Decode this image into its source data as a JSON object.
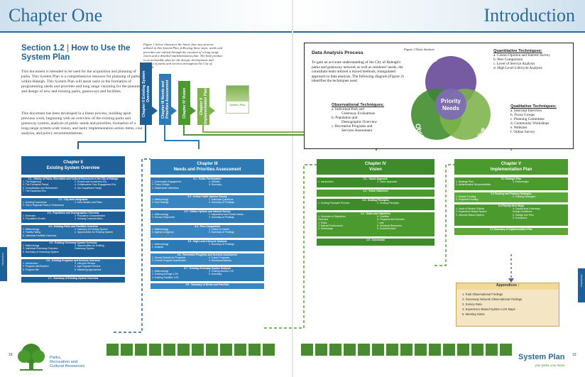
{
  "header": {
    "left_title": "Chapter One",
    "right_title": "Introduction"
  },
  "section": {
    "title_line1": "Section 1.2",
    "title_sep": "|",
    "title_rest": "How to Use the System Plan",
    "para1": "This document is intended to be used for the acquisition and planning of parks. This System Plan is a comprehensive resource for planning of parks within Raleigh. This System Plan will assist users in the formation of programming needs and priorities and long range visioning for the planning and design of new and existing parks, greenways and facilities.",
    "para2": "This document has been developed in a linear process, building upon previous work; beginning with an overview of the existing parks and greenway system, analysis of public needs and priorities, formation of a long-range system-wide vision, and lastly implementation action items, cost analysis, and policy recommendations."
  },
  "figure1_caption": "Figure 1 below illustrates the linear four step process utilized in this System Plan, following these steps, needs and priorities are refined through the creation of a long range vision and a detailed implementation plan. The final product is an actionable plan for the design, development and delivery of parks and services throughout the City of Raleigh.",
  "chapters_small": [
    {
      "label": "Chapter II Existing System Overview"
    },
    {
      "label": "Chapter III Needs and Priorities Assessment"
    },
    {
      "label": "Chapter IV Vision"
    },
    {
      "label": "Chapter V Implementation Plan"
    }
  ],
  "cover": {
    "title": "System Plan"
  },
  "figure2_caption": "Figure 2 Data Analysis",
  "data_analysis": {
    "title": "Data Analysis Process",
    "text": "To gain an accurate understanding of the City of Raleigh's parks and greenway network as well as residents' needs, the consultant team utilized a mixed methods, triangulated approach to data analysis. The following diagram (Figure 2) identifies the techniques used.",
    "venn": {
      "top": "Quantitative",
      "left": "Observations",
      "right": "Qualitative",
      "center_line1": "Priority",
      "center_line2": "Needs"
    },
    "observational": {
      "heading": "Observational Techniques:",
      "items": [
        "a. Individual Park and",
        "Greenway Evaluations",
        "b. Population and",
        "Demographic Overview",
        "c. Recreation Programs and",
        "Services Assessment"
      ]
    },
    "quantitative": {
      "heading": "Quantitative Techniques:",
      "items": [
        "a. Citizen Opinion and Interest Survey",
        "b. Peer Comparison",
        "c. Level of Service Analysis",
        "d. High Level Lifecycle Analysis"
      ]
    },
    "qualitative": {
      "heading": "Qualitative Techniques:",
      "items": [
        "a. Intercept Interview",
        "b. Focus Groups",
        "c. Planning Committee",
        "d. Community Workshops",
        "e. Websites",
        "f. Online Survey"
      ]
    }
  },
  "panels": {
    "ch2": {
      "head_line1": "Chapter II",
      "head_line2": "Existing System Overview",
      "rows": [
        {
          "t": "2.1 - History of Parks, Recreation and Cultural Resources in the City of Raleigh",
          "c": [
            "1. The Beginning",
            "2. Growth and Investment Era",
            "3. The Formative Period",
            "4. Collaborative Civic Engagement Era",
            "5. Consolidation and Refinement",
            "6. Our Department Today",
            "7. The Expansion Era",
            ""
          ]
        },
        {
          "t": "2.2 - City-wide Integration",
          "c": [
            "1. Guiding Documents",
            "2. Area Studies and Plans",
            "3. City & Regional Plans & Ordinances",
            ""
          ]
        },
        {
          "t": "2.3 - Population and Demographics Overview",
          "c": [
            "1. Overview",
            "2. Population Characteristics",
            "3. Population Growth",
            "4. Housing Characteristics"
          ]
        },
        {
          "t": "2.4 - Existing Parks and Facilities Overview",
          "c": [
            "1. Methodology",
            "2. Inventory of Existing System",
            "3. Facility Rating",
            "4. Opportunities for Existing System",
            "5. Individual Facilities Overview",
            ""
          ]
        },
        {
          "t": "2.5 - Existing Greenway System Overview",
          "c": [
            "1. Methodology",
            "2. Opportunities for Existing",
            "3. Individual Greenway Overview",
            "Greenway System",
            "5. Summary of Greenway System",
            ""
          ]
        },
        {
          "t": "2.6 - Existing Programs and Services Overview",
          "c": [
            "1. Introduction",
            "2. Lifecycle Review",
            "3. Program Identification",
            "4. Age Segment Review",
            "5. Program Mix",
            "6. Marketing Approaches"
          ]
        },
        {
          "t": "2.7 - Summary of Existing System Overview",
          "c": []
        }
      ]
    },
    "ch3": {
      "head_line1": "Chapter III",
      "head_line2": "Needs and Priorities Assessment",
      "rows": [
        {
          "t": "3.1 - Public Participation",
          "c": [
            "1. Community Engagement",
            "4. Website",
            "2. Focus Groups",
            "5. Summary",
            "3. Stakeholder Interviews",
            ""
          ]
        },
        {
          "t": "3.2 - Online Public Opinion Survey",
          "c": [
            "1. Methodology",
            "2. Individual Questions",
            "3. Key Findings",
            "4. Summary of Findings"
          ]
        },
        {
          "t": "3.3 - Citizen Opinion and Interest Survey",
          "c": [
            "1. Methodology",
            "2. Importance and Unmet Needs",
            "3. Survey Responses",
            "4. Summary of Findings"
          ]
        },
        {
          "t": "3.4 - Peer Comparison",
          "c": [
            "1. Methodology",
            "3. Citizen to Citizen",
            "2. Agency to Agency",
            "4. Summary of Findings"
          ]
        },
        {
          "t": "3.5 - High Level Lifecycle Analysis",
          "c": [
            "1. Methodology",
            "3. Summary of Findings",
            "2. Analysis",
            ""
          ]
        },
        {
          "t": "3.6 - Recreation Programs and Services Assessment",
          "c": [
            "1. Survey Results for Programs",
            "3. Future Programs",
            "2. Current Program Assessment",
            "4. Recommendations"
          ]
        },
        {
          "t": "3.7 - Existing Greenway System Analysis",
          "c": [
            "1. Methodology",
            "4. Existing Access LOS",
            "2. Existing Acreage LOS",
            "5. Summary",
            "3. Existing Facilities LOS",
            ""
          ]
        },
        {
          "t": "3.8 - Summary of Needs and Priorities",
          "c": []
        }
      ]
    },
    "ch4": {
      "head_line1": "Chapter IV",
      "head_line2": "Vision",
      "rows": [
        {
          "t": "4.1 - Vision Approach",
          "c": [
            "1. Introduction",
            "2. Vision Approach"
          ]
        },
        {
          "t": "4.2 - Vision Statement",
          "c": []
        },
        {
          "t": "4.3 - Guiding Principles",
          "c": [
            "1. Guiding Principles Process",
            "2. Guiding Principles"
          ]
        },
        {
          "t": "4.4 - Goals and Objectives",
          "c": [
            "1. Overview of Objectives",
            "5. Facilities",
            "Overview",
            "6. Programs and Services",
            "2. Parks",
            "7. Arts",
            "3. Natural Environment",
            "8. Historical Resources",
            "4. Greenways",
            "9. Growth/Culture"
          ]
        },
        {
          "t": "4.5 - Conclusion",
          "c": []
        }
      ]
    },
    "ch5": {
      "head_line1": "Chapter V",
      "head_line2": "Implementation Plan",
      "rows": [
        {
          "t": "5.1 Strategic Plan",
          "c": [
            "1. Strategic Plan",
            "3. Partnerships",
            "2. Administrative Responsibilities",
            ""
          ]
        },
        {
          "t": "5.2 Funding and Phasing Strategies",
          "c": [
            "1. Historic Funding",
            "2. Phasing Strategies",
            "3. Projected Funding",
            ""
          ]
        },
        {
          "t": "5.3 Priority Next Steps",
          "c": [
            "1. Level of Service Criteria",
            "4. Capital Area Greenway",
            "2. Experience Based System",
            "Design Guidelines",
            "3. Lifecycle Based System",
            "5. Raleigh Arts Plan",
            "",
            "6. Conclusion"
          ]
        },
        {
          "t": "5.4 Summary of Implementation Plan",
          "c": []
        }
      ]
    }
  },
  "appendices": {
    "heading": "Appendices :",
    "items": [
      "1. Park Observational Findings",
      "2. Greenway Network Observational Findings",
      "3. Survey Data",
      "4. Experience Based System LOS Maps",
      "5. Meeting Notes"
    ]
  },
  "side_tabs": {
    "left": "introduction",
    "right": "introduction"
  },
  "footer": {
    "page_left": "18",
    "page_right": "19",
    "logo_line1": "Parks,",
    "logo_line2": "Recreation and",
    "logo_line3": "Cultural Resources",
    "brand": "System Plan",
    "brand_tag": "your parks, your future"
  },
  "colors": {
    "blue_dark": "#1f5f98",
    "blue_mid": "#2e7ab5",
    "green_dark": "#3f8a2a",
    "green_light": "#7db34a",
    "purple": "#6a56a3"
  }
}
